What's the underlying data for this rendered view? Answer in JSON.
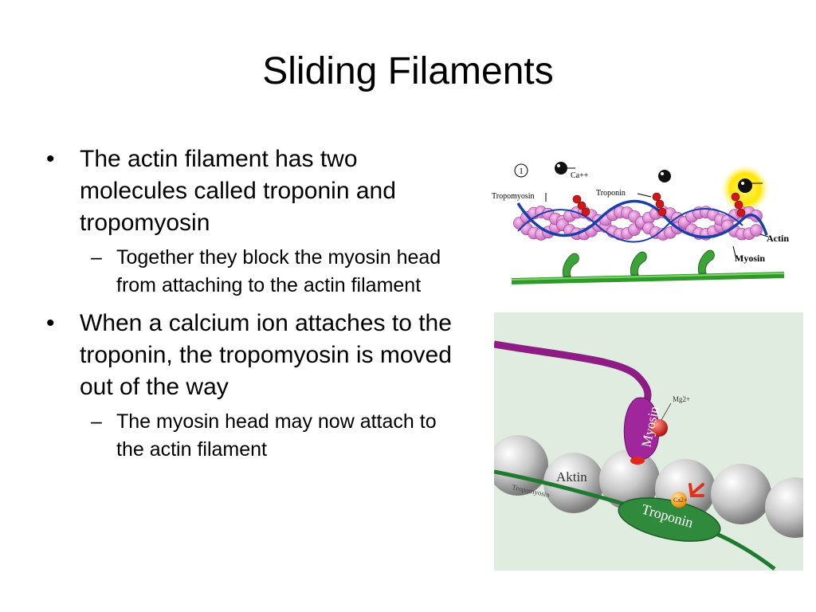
{
  "slide": {
    "title": "Sliding Filaments",
    "bullets": [
      {
        "text": "The actin filament has two molecules called troponin and tropomyosin",
        "sub": "Together they block the myosin head from attaching to the actin filament"
      },
      {
        "text": "When a calcium ion attaches to the troponin, the tropomyosin is moved out of the way",
        "sub": "The myosin head may now attach to the actin filament"
      }
    ],
    "bullet_symbol": "•",
    "dash_symbol": "–"
  },
  "figure_top": {
    "step": "1",
    "ca": "Ca++",
    "tropomyosin": "Tropomyosin",
    "troponin": "Troponin",
    "actin": "Actin",
    "myosin": "Myosin"
  },
  "figure_bottom": {
    "myosin": "Myosin",
    "mg": "Mg2+",
    "aktin": "Aktin",
    "tropomyosin": "Tropomyosin",
    "ca": "Ca2+",
    "troponin": "Troponin"
  }
}
